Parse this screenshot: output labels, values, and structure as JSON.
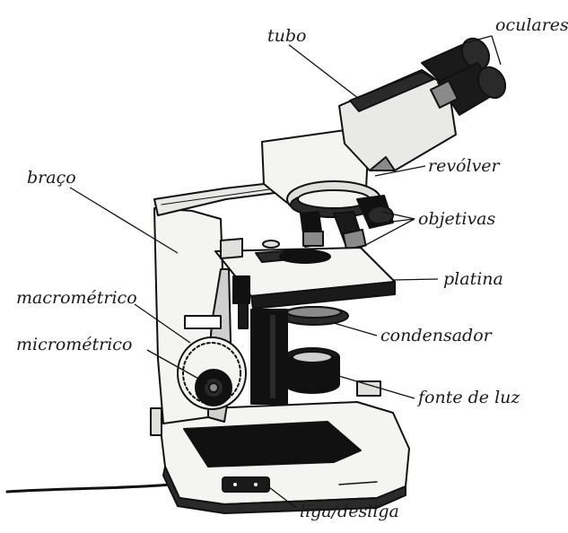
{
  "labels": {
    "tubo": "tubo",
    "oculares": "oculares",
    "revolver": "revólver",
    "braco": "braço",
    "objetivas": "objetivas",
    "platina": "platina",
    "macrometrico": "macrométrico",
    "condensador": "condensador",
    "micrometrico": "micrométrico",
    "fonte_de_luz": "fonte de luz",
    "liga_desliga": "liga/desliga"
  },
  "colors": {
    "ink": "#111111",
    "label": "#1a1a1a",
    "body_light": "#f4f4f2",
    "shadow": "#2a2a2a",
    "mid_gray": "#8a8a8a",
    "background": "#ffffff"
  },
  "icons": {
    "subject": "microscope-illustration"
  }
}
